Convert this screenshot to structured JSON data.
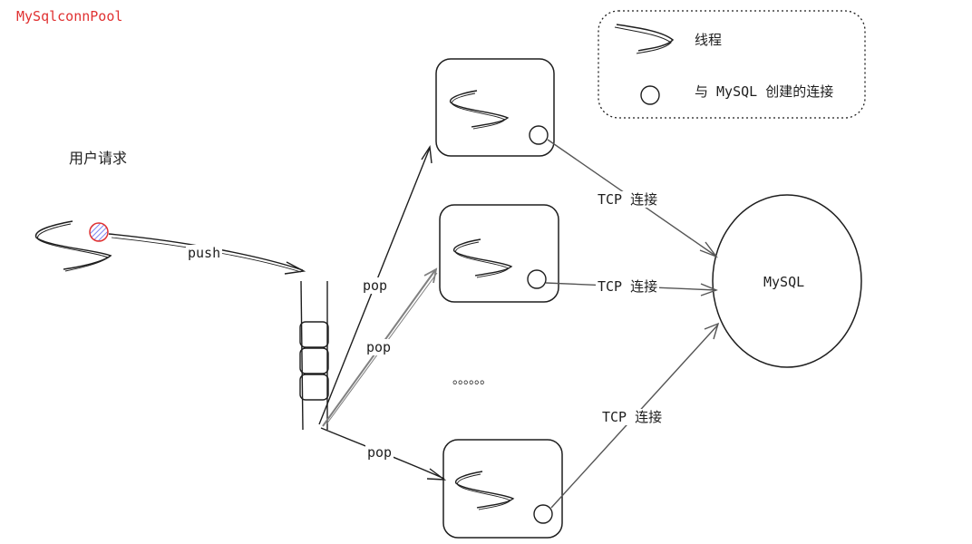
{
  "title": "MySqlconnPool",
  "user_request_label": "用户请求",
  "push_label": "push",
  "pop_label": "pop",
  "tcp_label": "TCP 连接",
  "mysql_label": "MySQL",
  "ellipsis": "。。。。。。",
  "legend": {
    "thread_label": "线程",
    "connection_label": "与 MySQL 创建的连接"
  },
  "colors": {
    "stroke": "#1e1e1e",
    "title": "#e03131",
    "request_fill": "#a5b4fc",
    "request_stroke": "#e03131",
    "arrow_gray": "#808080"
  }
}
